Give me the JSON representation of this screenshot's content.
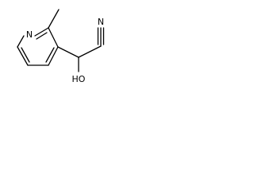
{
  "molecule": {
    "atoms": {
      "ring_n": "N",
      "nitrile_n": "N",
      "hydroxyl": "HO"
    },
    "colors": {
      "bond": "#000000",
      "label": "#000000",
      "background": "#ffffff"
    }
  }
}
